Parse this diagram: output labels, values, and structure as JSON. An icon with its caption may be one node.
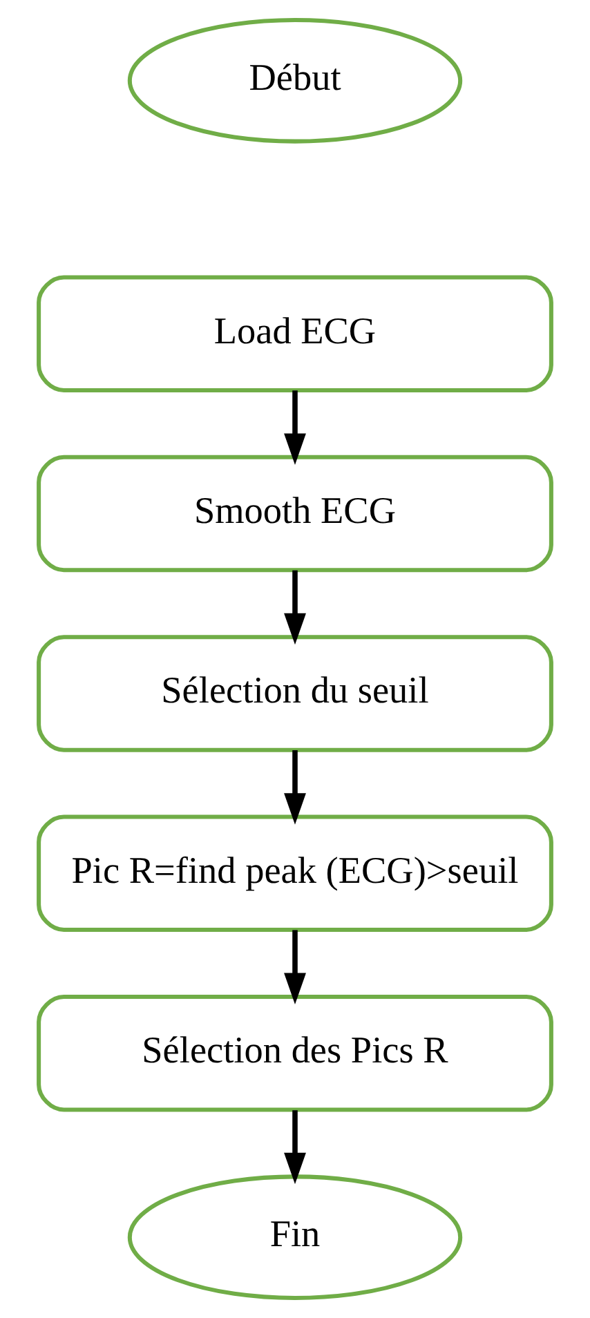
{
  "diagram": {
    "nodes": [
      {
        "text": [
          "Début"
        ]
      },
      {
        "text": [
          "Load ECG"
        ]
      },
      {
        "text": [
          "Smooth ECG"
        ]
      },
      {
        "text": [
          "Sélection du seuil"
        ]
      },
      {
        "text": [
          "Pic R=find peak (ECG)>seuil"
        ]
      },
      {
        "text": [
          "Sélection des Pics R"
        ]
      },
      {
        "text": [
          "Fin"
        ]
      }
    ],
    "edges": [
      {
        "from": 1,
        "to": 2,
        "arrow": "to"
      },
      {
        "from": 2,
        "to": 3,
        "arrow": "to"
      },
      {
        "from": 3,
        "to": 4,
        "arrow": "to"
      },
      {
        "from": 4,
        "to": 5,
        "arrow": "to"
      },
      {
        "from": 5,
        "to": 6,
        "arrow": "to"
      }
    ]
  }
}
